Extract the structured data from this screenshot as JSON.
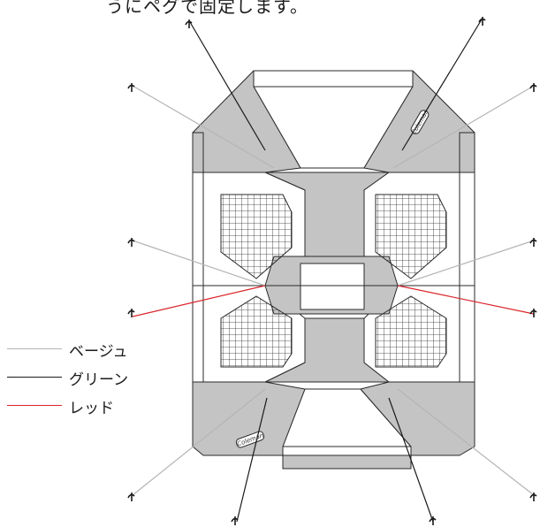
{
  "caption": "うにペグで固定します。",
  "legend": [
    {
      "label": "ベージュ",
      "color": "#b5b5b5"
    },
    {
      "label": "グリーン",
      "color": "#1a1a1a"
    },
    {
      "label": "レッド",
      "color": "#d9252b"
    }
  ],
  "brand_logo": "Coleman",
  "colors": {
    "tent_fill": "#c4c4c4",
    "panel_white": "#ffffff",
    "outline": "#2a2a2a",
    "beige_line": "#b5b5b5",
    "green_line": "#1a1a1a",
    "red_line": "#d9252b"
  }
}
